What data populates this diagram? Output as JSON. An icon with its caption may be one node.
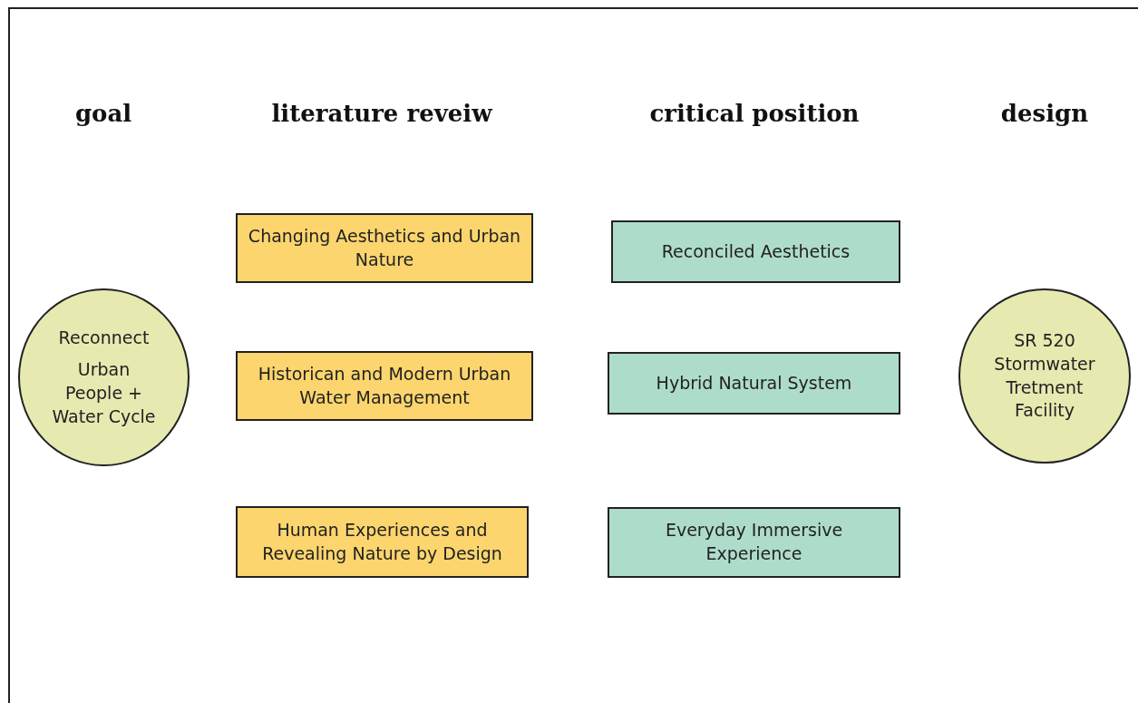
{
  "diagram": {
    "nodes": [
      {
        "text": [
          "Reconnect",
          "Urban People + Water Cycle"
        ]
      },
      {
        "text": [
          "Changing Aesthetics and Urban Nature"
        ]
      },
      {
        "text": [
          "Historican and Modern Urban Water Management"
        ]
      },
      {
        "text": [
          "Human Experiences and Revealing Nature by Design"
        ]
      },
      {
        "text": [
          "Reconciled Aesthetics"
        ]
      },
      {
        "text": [
          "Hybrid Natural System"
        ]
      },
      {
        "text": [
          "Everyday Immersive Experience"
        ]
      },
      {
        "text": [
          "SR 520 Stormwater Tretment Facility"
        ]
      }
    ],
    "labels": [
      "goal",
      "literature reveiw",
      "critical position",
      "design"
    ]
  }
}
